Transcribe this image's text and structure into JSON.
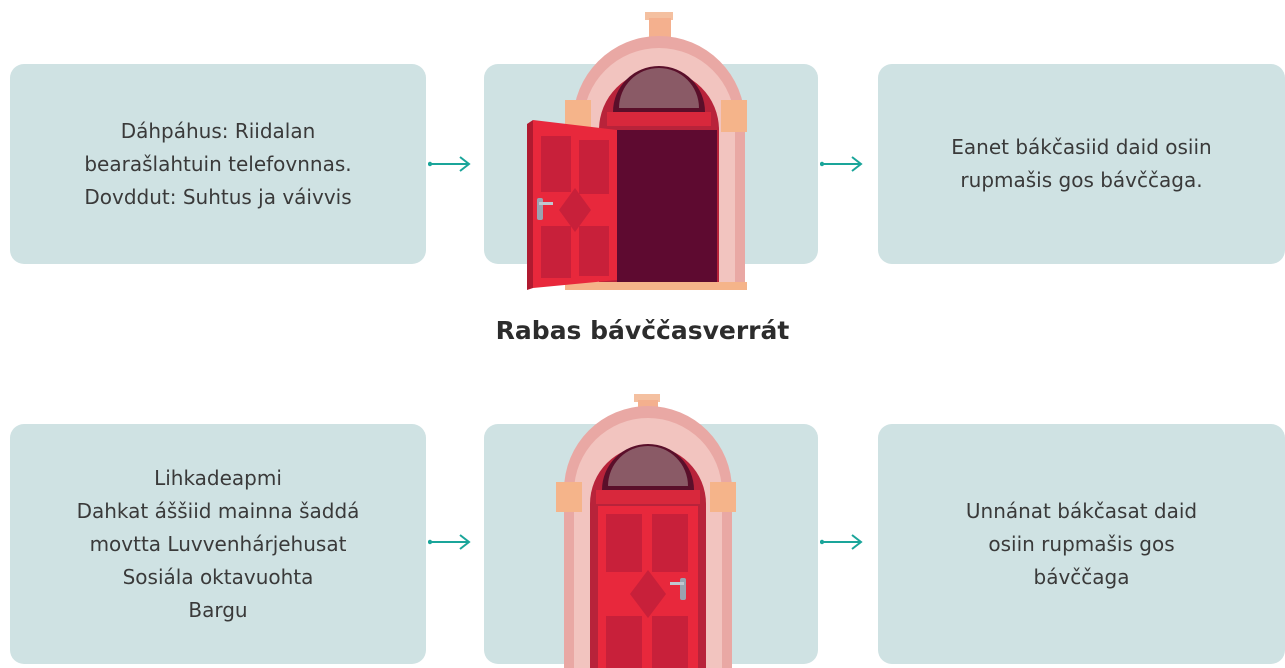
{
  "rows": [
    {
      "left_lines": [
        "Dáhpáhus: Riidalan",
        "bearašlahtuin telefovnnas.",
        "Dovddut: Suhtus ja váivvis"
      ],
      "right_lines": [
        "Eanet bákčasiid daid osiin",
        "rupmašis gos bávččaga."
      ],
      "door_state": "open"
    },
    {
      "left_lines": [
        "Lihkadeapmi",
        "Dahkat áššiid mainna šaddá",
        "movtta Luvvenhárjehusat",
        "Sosiála oktavuohta",
        "Bargu"
      ],
      "right_lines": [
        "Unnánat bákčasat daid",
        "osiin rupmašis gos",
        "bávččaga"
      ],
      "door_state": "closed"
    }
  ],
  "title": "Rabas bávččasverrát",
  "colors": {
    "box": "#cfe2e3",
    "arrow": "#1aa59a",
    "door_red": "#e8283c",
    "door_dark": "#5e0a30",
    "arch_pink": "#e7a5a1"
  }
}
